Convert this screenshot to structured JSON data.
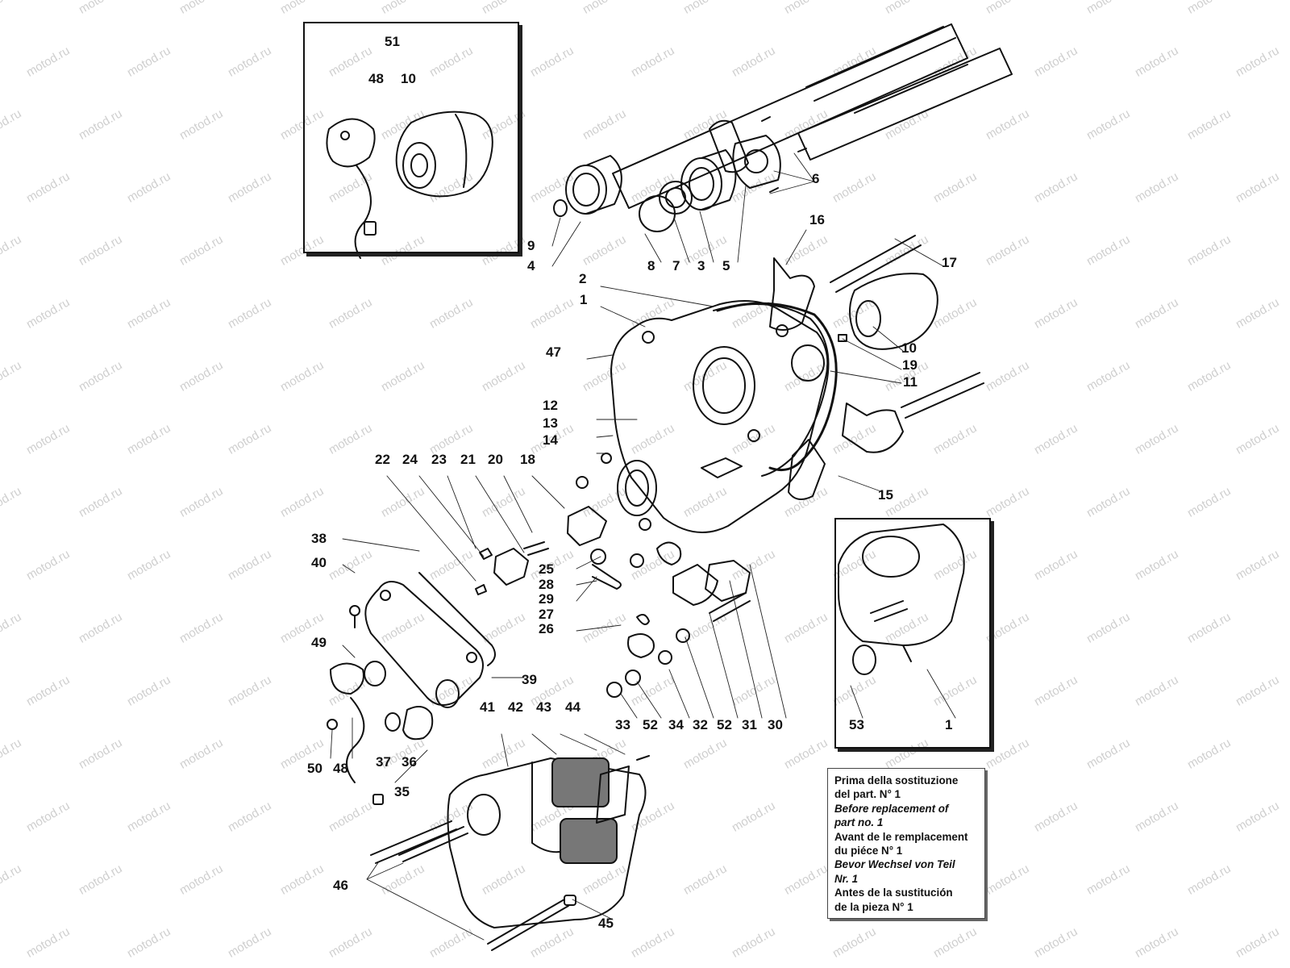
{
  "watermark": "motod.ru",
  "callouts": [
    {
      "id": "51",
      "text": "51"
    },
    {
      "id": "48a",
      "text": "48"
    },
    {
      "id": "10a",
      "text": "10"
    },
    {
      "id": "9",
      "text": "9"
    },
    {
      "id": "4",
      "text": "4"
    },
    {
      "id": "8",
      "text": "8"
    },
    {
      "id": "7",
      "text": "7"
    },
    {
      "id": "3",
      "text": "3"
    },
    {
      "id": "5",
      "text": "5"
    },
    {
      "id": "6",
      "text": "6"
    },
    {
      "id": "16",
      "text": "16"
    },
    {
      "id": "17",
      "text": "17"
    },
    {
      "id": "2",
      "text": "2"
    },
    {
      "id": "1a",
      "text": "1"
    },
    {
      "id": "47",
      "text": "47"
    },
    {
      "id": "10b",
      "text": "10"
    },
    {
      "id": "19",
      "text": "19"
    },
    {
      "id": "11",
      "text": "11"
    },
    {
      "id": "12",
      "text": "12"
    },
    {
      "id": "13",
      "text": "13"
    },
    {
      "id": "14",
      "text": "14"
    },
    {
      "id": "22",
      "text": "22"
    },
    {
      "id": "24",
      "text": "24"
    },
    {
      "id": "23",
      "text": "23"
    },
    {
      "id": "21",
      "text": "21"
    },
    {
      "id": "20",
      "text": "20"
    },
    {
      "id": "18",
      "text": "18"
    },
    {
      "id": "15",
      "text": "15"
    },
    {
      "id": "38",
      "text": "38"
    },
    {
      "id": "40",
      "text": "40"
    },
    {
      "id": "25",
      "text": "25"
    },
    {
      "id": "28",
      "text": "28"
    },
    {
      "id": "29",
      "text": "29"
    },
    {
      "id": "27",
      "text": "27"
    },
    {
      "id": "26",
      "text": "26"
    },
    {
      "id": "49",
      "text": "49"
    },
    {
      "id": "39",
      "text": "39"
    },
    {
      "id": "33",
      "text": "33"
    },
    {
      "id": "52a",
      "text": "52"
    },
    {
      "id": "34",
      "text": "34"
    },
    {
      "id": "32",
      "text": "32"
    },
    {
      "id": "52b",
      "text": "52"
    },
    {
      "id": "31",
      "text": "31"
    },
    {
      "id": "30",
      "text": "30"
    },
    {
      "id": "53",
      "text": "53"
    },
    {
      "id": "1b",
      "text": "1"
    },
    {
      "id": "41",
      "text": "41"
    },
    {
      "id": "42",
      "text": "42"
    },
    {
      "id": "43",
      "text": "43"
    },
    {
      "id": "44",
      "text": "44"
    },
    {
      "id": "50",
      "text": "50"
    },
    {
      "id": "48b",
      "text": "48"
    },
    {
      "id": "37",
      "text": "37"
    },
    {
      "id": "36",
      "text": "36"
    },
    {
      "id": "35",
      "text": "35"
    },
    {
      "id": "46",
      "text": "46"
    },
    {
      "id": "45",
      "text": "45"
    }
  ],
  "note": {
    "lines": [
      {
        "text": "Prima della sostituzione",
        "italic": false
      },
      {
        "text": "del part. N° 1",
        "italic": false
      },
      {
        "text": "Before replacement of",
        "italic": true
      },
      {
        "text": "part no. 1",
        "italic": true
      },
      {
        "text": "Avant de le remplacement",
        "italic": false
      },
      {
        "text": "du piéce N° 1",
        "italic": false
      },
      {
        "text": "Bevor Wechsel von Teil",
        "italic": true
      },
      {
        "text": "Nr. 1",
        "italic": true
      },
      {
        "text": "Antes de la sustitución",
        "italic": false
      },
      {
        "text": "de la pieza N° 1",
        "italic": false
      }
    ]
  }
}
